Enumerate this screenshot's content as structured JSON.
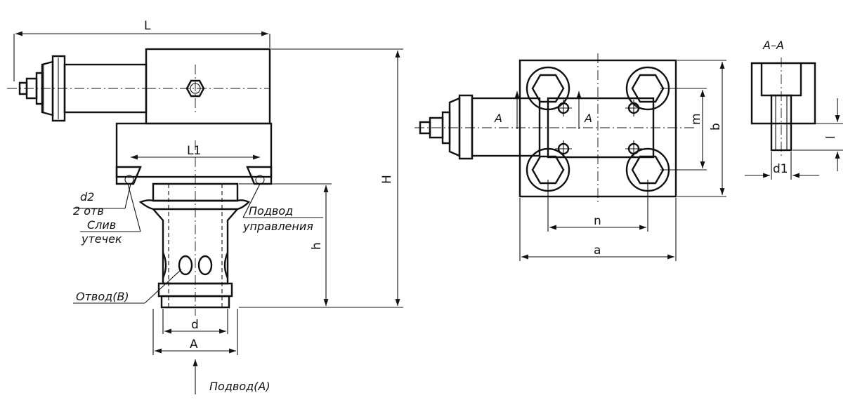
{
  "front_view": {
    "dimensions": {
      "L": "L",
      "L1": "L1",
      "H": "H",
      "h": "h",
      "d": "d",
      "A": "A"
    },
    "callouts": {
      "d2_line1": "d2",
      "d2_line2": "2  отв",
      "drain_line1": "Слив",
      "drain_line2": "утечек",
      "control_line1": "Подвод",
      "control_line2": "управления",
      "outlet": "Отвод(В)",
      "inlet": "Подвод(А)"
    }
  },
  "top_view": {
    "dimensions": {
      "a": "a",
      "b": "b",
      "m": "m",
      "n": "n"
    },
    "section_marks": {
      "left": "A",
      "right": "A"
    }
  },
  "section": {
    "title": "A–A",
    "dimensions": {
      "d1": "d1",
      "l": "l"
    }
  }
}
